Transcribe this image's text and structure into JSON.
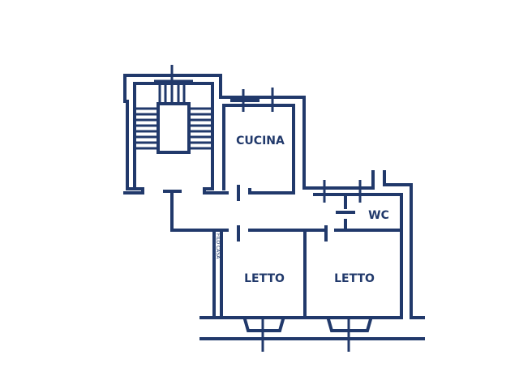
{
  "plan": {
    "rooms": {
      "kitchen": "CUCINA",
      "wc": "WC",
      "bedroom_1": "LETTO",
      "bedroom_2": "LETTO"
    },
    "note": "FILO CASA",
    "colors": {
      "wall": "#21396b",
      "background": "#ffffff"
    }
  }
}
